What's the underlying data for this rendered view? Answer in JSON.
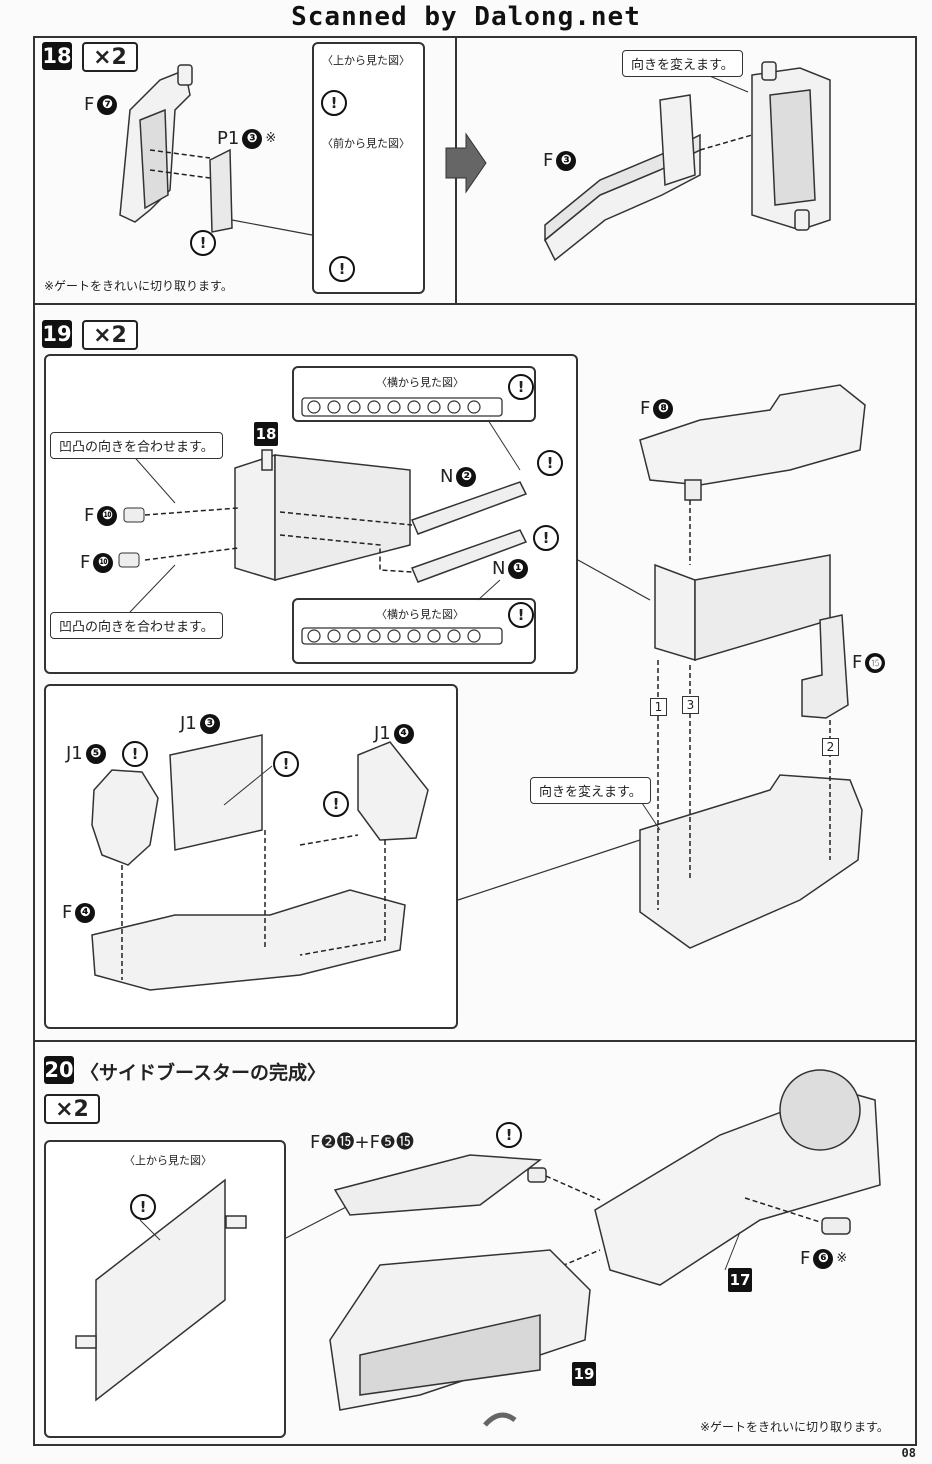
{
  "watermark": "Scanned by Dalong.net",
  "page_number": "08",
  "step18": {
    "number": "18",
    "multiplier": "×2",
    "view_top_label": "〈上から見た図〉",
    "view_front_label": "〈前から見た図〉",
    "reorient_label": "向きを変えます。",
    "gate_note": "※ゲートをきれいに切り取ります。",
    "parts": {
      "f7": {
        "letter": "F",
        "num": "❼",
        "suffix": ""
      },
      "p13": {
        "letter": "P1",
        "num": "❸",
        "suffix": "※"
      },
      "f3": {
        "letter": "F",
        "num": "❸",
        "suffix": ""
      }
    }
  },
  "step19": {
    "number": "19",
    "multiplier": "×2",
    "side_view_label": "〈横から見た図〉",
    "align_note": "凹凸の向きを合わせます。",
    "reorient_label": "向きを変えます。",
    "ref_step": "18",
    "sequence": [
      "1",
      "3",
      "2"
    ],
    "parts": {
      "f10": {
        "letter": "F",
        "num": "❿"
      },
      "n2": {
        "letter": "N",
        "num": "❷"
      },
      "n1": {
        "letter": "N",
        "num": "❶"
      },
      "f8": {
        "letter": "F",
        "num": "❽"
      },
      "f15": {
        "letter": "F",
        "num": "⓯"
      },
      "j15": {
        "letter": "J1",
        "num": "❺"
      },
      "j13": {
        "letter": "J1",
        "num": "❸"
      },
      "j14": {
        "letter": "J1",
        "num": "❹"
      },
      "f4": {
        "letter": "F",
        "num": "❹"
      }
    }
  },
  "step20": {
    "number": "20",
    "title": "〈サイドブースターの完成〉",
    "multiplier": "×2",
    "view_top_label": "〈上から見た図〉",
    "parts_combo": "F❷⓯+F❺⓯",
    "f6": {
      "letter": "F",
      "num": "❻",
      "suffix": "※"
    },
    "ref17": "17",
    "ref19": "19",
    "gate_note": "※ゲートをきれいに切り取ります。"
  },
  "warning_icon": "exclamation-circle-icon"
}
